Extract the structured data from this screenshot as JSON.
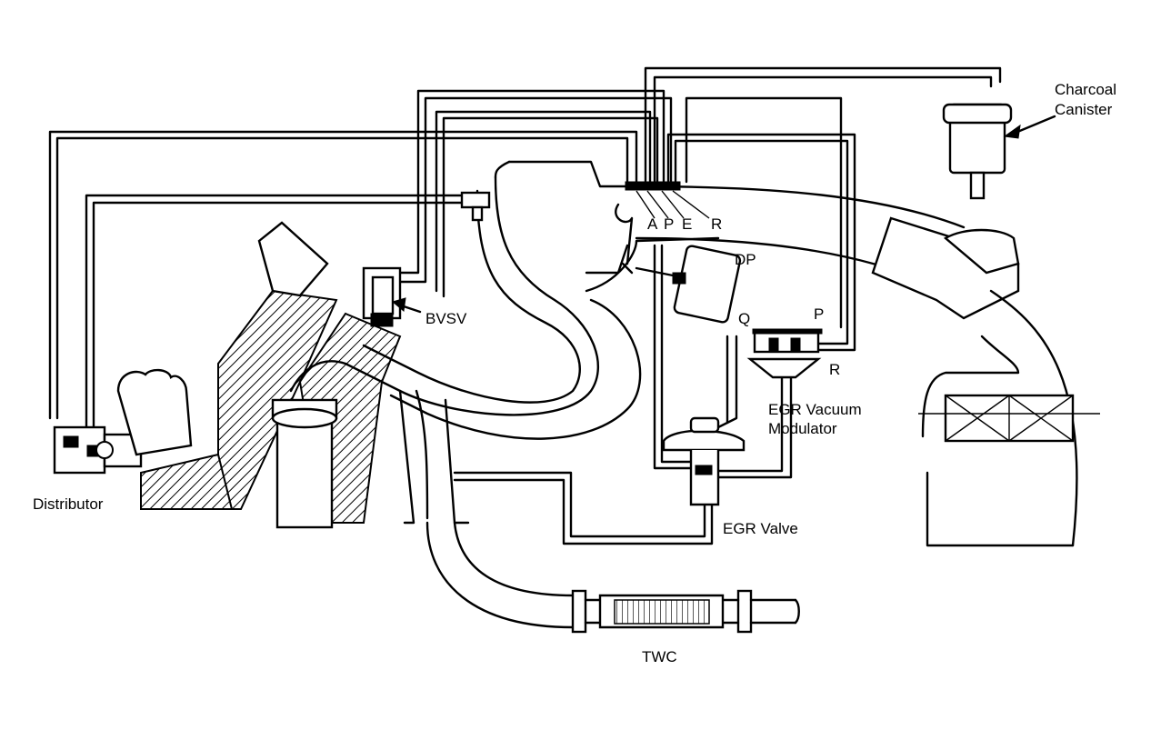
{
  "diagram": {
    "labels": {
      "charcoal_canister_line1": "Charcoal",
      "charcoal_canister_line2": "Canister",
      "port_a": "A",
      "port_p": "P",
      "port_e": "E",
      "port_r": "R",
      "dp": "DP",
      "bvsv": "BVSV",
      "modulator_q": "Q",
      "modulator_p": "P",
      "modulator_r": "R",
      "egr_modulator_line1": "EGR Vacuum",
      "egr_modulator_line2": "Modulator",
      "egr_valve": "EGR Valve",
      "distributor": "Distributor",
      "twc": "TWC"
    }
  }
}
